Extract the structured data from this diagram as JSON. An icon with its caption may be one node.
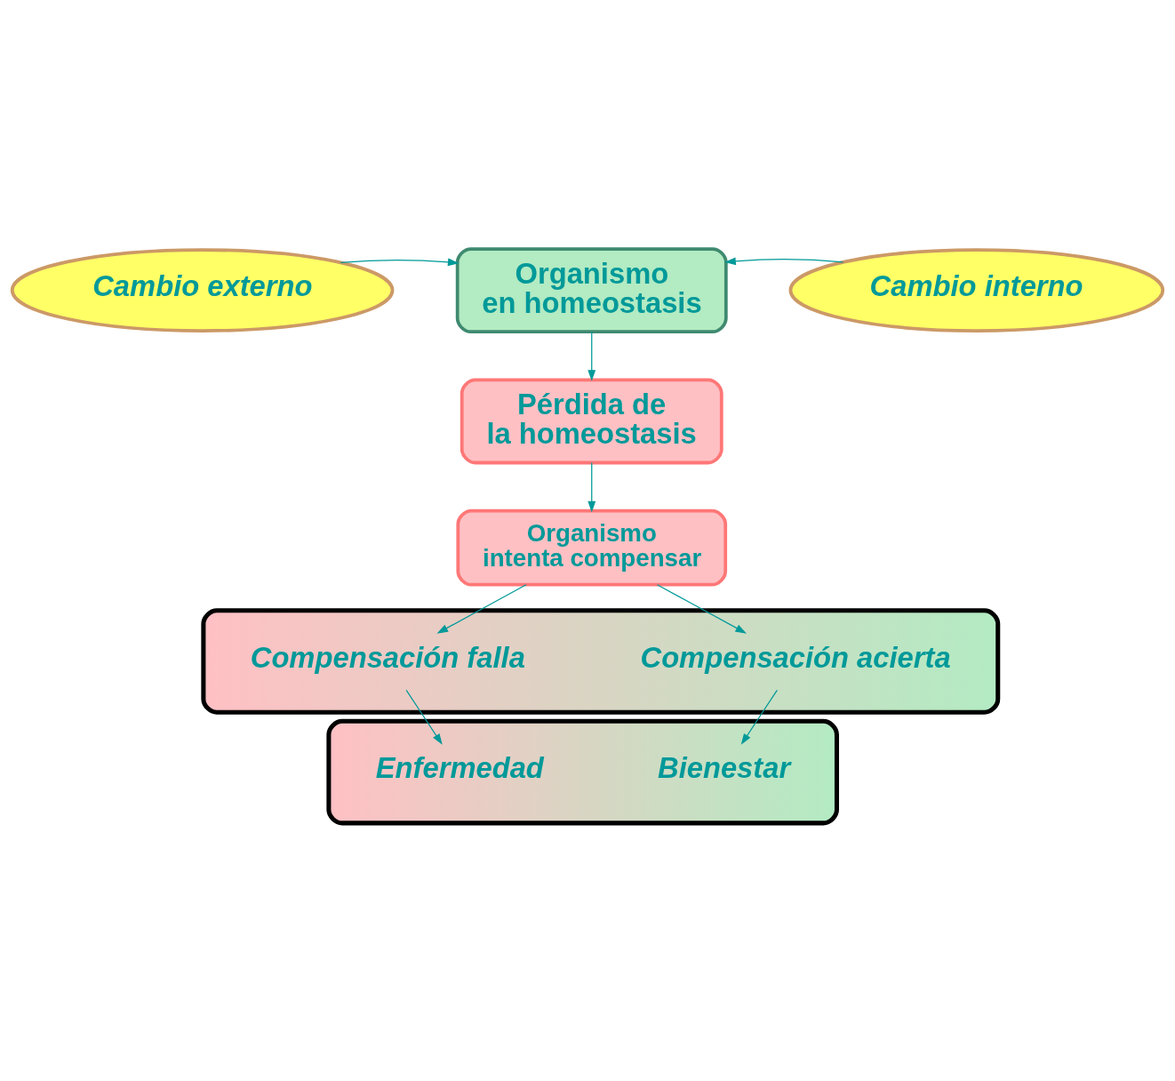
{
  "diagram": {
    "nodes": [
      {
        "text": [
          "Organismo en homeostasis"
        ]
      },
      {
        "text": [
          "Cambio externo"
        ]
      },
      {
        "text": [
          "Cambio interno"
        ]
      },
      {
        "text": [
          "Pérdida de la homeostasis"
        ]
      },
      {
        "text": [
          "Organismo intenta compensar"
        ]
      },
      {
        "text": [],
        "shape": "bar"
      },
      {
        "text": [
          "Compensación falla"
        ],
        "in": 5
      },
      {
        "text": [
          "Compensación acierta"
        ],
        "in": 5
      },
      {
        "text": [],
        "shape": "bar"
      },
      {
        "text": [
          "Enfermedad"
        ],
        "in": 8
      },
      {
        "text": [
          "Bienestar"
        ],
        "in": 8
      }
    ],
    "edges": [
      {
        "from": 1,
        "to": 0,
        "arrow": "to"
      },
      {
        "from": 2,
        "to": 0,
        "arrow": "to"
      },
      {
        "from": 0,
        "to": 3,
        "arrow": "to"
      },
      {
        "from": 3,
        "to": 4,
        "arrow": "to"
      },
      {
        "from": 4,
        "to": 6,
        "arrow": "to"
      },
      {
        "from": 4,
        "to": 7,
        "arrow": "to"
      },
      {
        "from": 6,
        "to": 9,
        "arrow": "to"
      },
      {
        "from": 7,
        "to": 10,
        "arrow": "to"
      }
    ]
  }
}
